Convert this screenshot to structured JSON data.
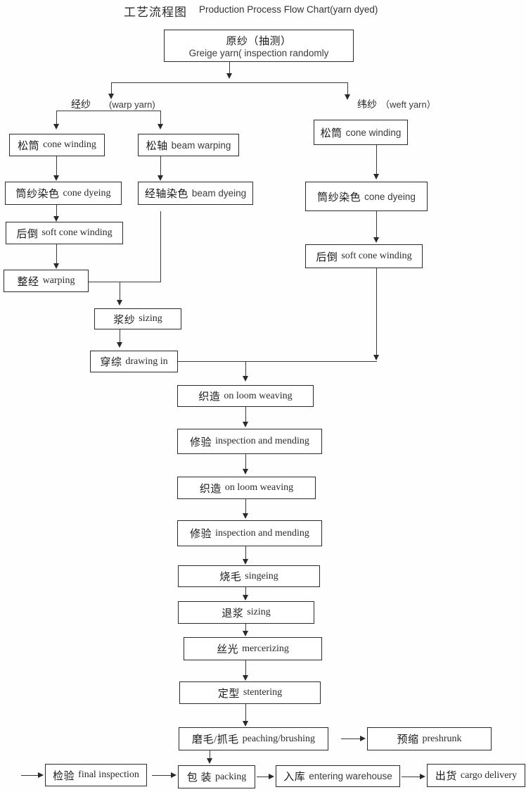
{
  "title": {
    "zh": "工艺流程图",
    "en": "Production Process Flow Chart(yarn dyed)"
  },
  "branch_labels": {
    "warp_zh": "经纱",
    "warp_en": "(warp yarn)",
    "weft_zh": "纬纱",
    "weft_en": "（weft yarn）"
  },
  "nodes": {
    "greige": {
      "zh": "原纱（抽测）",
      "en": "Greige yarn( inspection randomly"
    },
    "warp_cone_winding": {
      "zh": "松筒",
      "en": "cone winding"
    },
    "warp_beam_warping": {
      "zh": "松轴",
      "en": "beam warping"
    },
    "warp_cone_dyeing": {
      "zh": "筒纱染色",
      "en": "cone dyeing"
    },
    "warp_beam_dyeing": {
      "zh": "经轴染色",
      "en": "beam dyeing"
    },
    "warp_soft_cone_winding": {
      "zh": "后倒",
      "en": "soft cone winding"
    },
    "warping": {
      "zh": "整经",
      "en": "warping"
    },
    "sizing_yarn": {
      "zh": "浆纱",
      "en": "sizing"
    },
    "drawing_in": {
      "zh": "穿综",
      "en": "drawing in"
    },
    "weft_cone_winding": {
      "zh": "松筒",
      "en": "cone winding"
    },
    "weft_cone_dyeing": {
      "zh": "筒纱染色",
      "en": "cone dyeing"
    },
    "weft_soft_cone_winding": {
      "zh": "后倒",
      "en": "soft cone winding"
    },
    "weaving_1": {
      "zh": "织造",
      "en": "on loom weaving"
    },
    "inspection_mending_1": {
      "zh": "修验",
      "en": "inspection and mending"
    },
    "weaving_2": {
      "zh": "织造",
      "en": "on loom weaving"
    },
    "inspection_mending_2": {
      "zh": "修验",
      "en": "inspection and mending"
    },
    "singeing": {
      "zh": "烧毛",
      "en": "singeing"
    },
    "desizing": {
      "zh": "退浆",
      "en": "sizing"
    },
    "mercerizing": {
      "zh": "丝光",
      "en": "mercerizing"
    },
    "stentering": {
      "zh": "定型",
      "en": "stentering"
    },
    "peaching": {
      "zh": "磨毛/抓毛",
      "en": "peaching/brushing"
    },
    "preshrunk": {
      "zh": "预缩",
      "en": "preshrunk"
    },
    "final_inspection": {
      "zh": "检验",
      "en": "final inspection"
    },
    "packing": {
      "zh": "包 装",
      "en": "packing"
    },
    "warehouse": {
      "zh": "入库",
      "en": "entering warehouse"
    },
    "delivery": {
      "zh": "出货",
      "en": "cargo delivery"
    }
  },
  "colors": {
    "line": "#3b3b3b",
    "border": "#2a2a2a",
    "text": "#1a1a1a",
    "background": "#ffffff"
  }
}
